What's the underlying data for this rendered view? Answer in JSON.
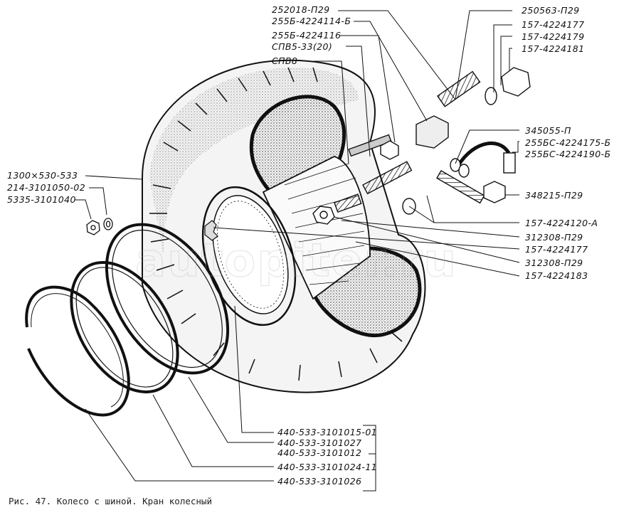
{
  "figure": {
    "caption": "Рис. 47. Колесо с шиной. Кран колесный",
    "watermark": "autopiter.ru"
  },
  "labels": {
    "top": [
      "252018-П29",
      "255Б-4224114-Б",
      "255Б-4224116",
      "СПВ5-33(20)",
      "СПВ8"
    ],
    "top_right": [
      "250563-П29",
      "157-4224177",
      "157-4224179",
      "157-4224181"
    ],
    "right": [
      "345055-П",
      "255БС-4224175-Б",
      "255БС-4224190-Б",
      "348215-П29",
      "157-4224120-А",
      "312308-П29",
      "157-4224177",
      "312308-П29",
      "157-4224183"
    ],
    "left": [
      "1300×530-533",
      "214-3101050-02",
      "5335-3101040"
    ],
    "bottom": [
      "440-533-3101015-01",
      "440-533-3101027",
      "440-533-3101012",
      "440-533-3101024-11",
      "440-533-3101026"
    ]
  }
}
